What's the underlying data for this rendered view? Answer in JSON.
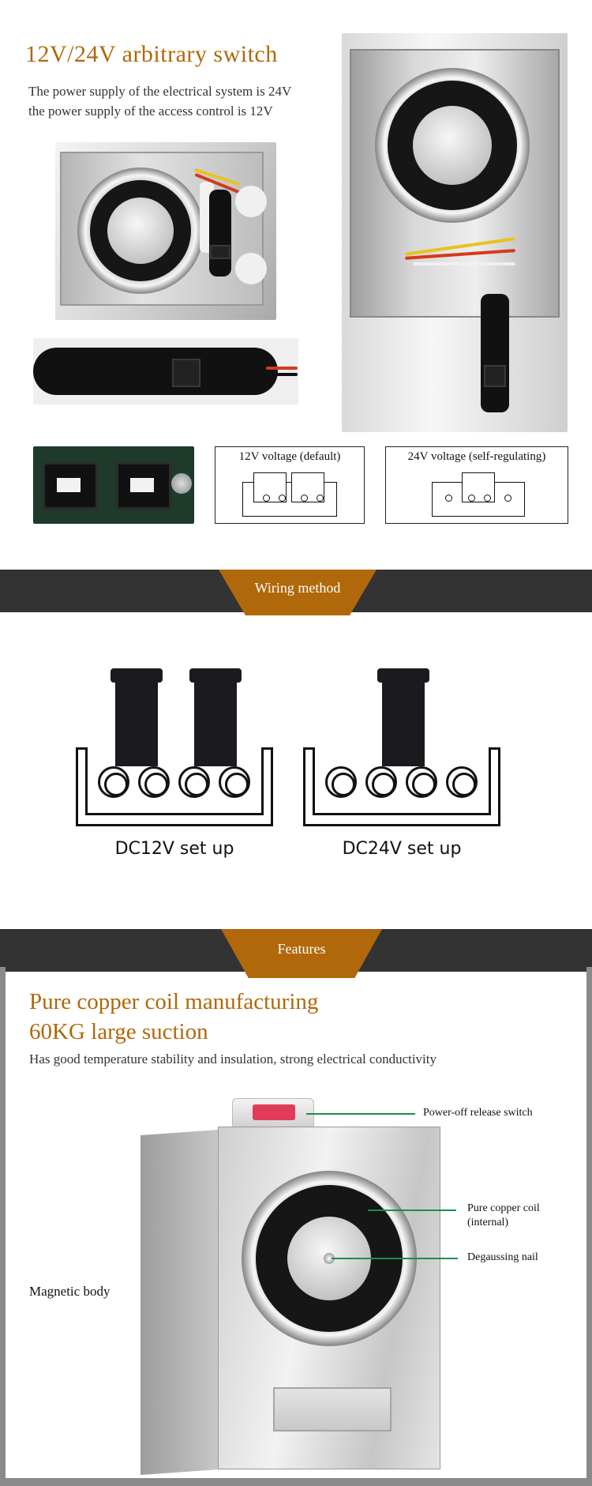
{
  "switch_section": {
    "title": "12V/24V arbitrary switch",
    "line1": "The power supply of the electrical system is 24V",
    "line2": "the power supply of the access control is 12V",
    "jumper_12v_label": "12V voltage (default)",
    "jumper_24v_label": "24V voltage (self-regulating)"
  },
  "wiring_section": {
    "banner_label": "Wiring method",
    "dc12_label": "DC12V set up",
    "dc24_label": "DC24V set up"
  },
  "features_section": {
    "banner_label": "Features",
    "title_line1": "Pure copper coil manufacturing",
    "title_line2": "60KG large suction",
    "subtitle": "Has good temperature stability and insulation, strong electrical conductivity",
    "callouts": {
      "release_switch": "Power-off release switch",
      "coil_line1": "Pure copper coil",
      "coil_line2": "(internal)",
      "nail": "Degaussing nail",
      "body": "Magnetic body"
    }
  },
  "colors": {
    "accent": "#b0680a",
    "banner": "#333333",
    "callout_line": "#1b8f4a"
  }
}
